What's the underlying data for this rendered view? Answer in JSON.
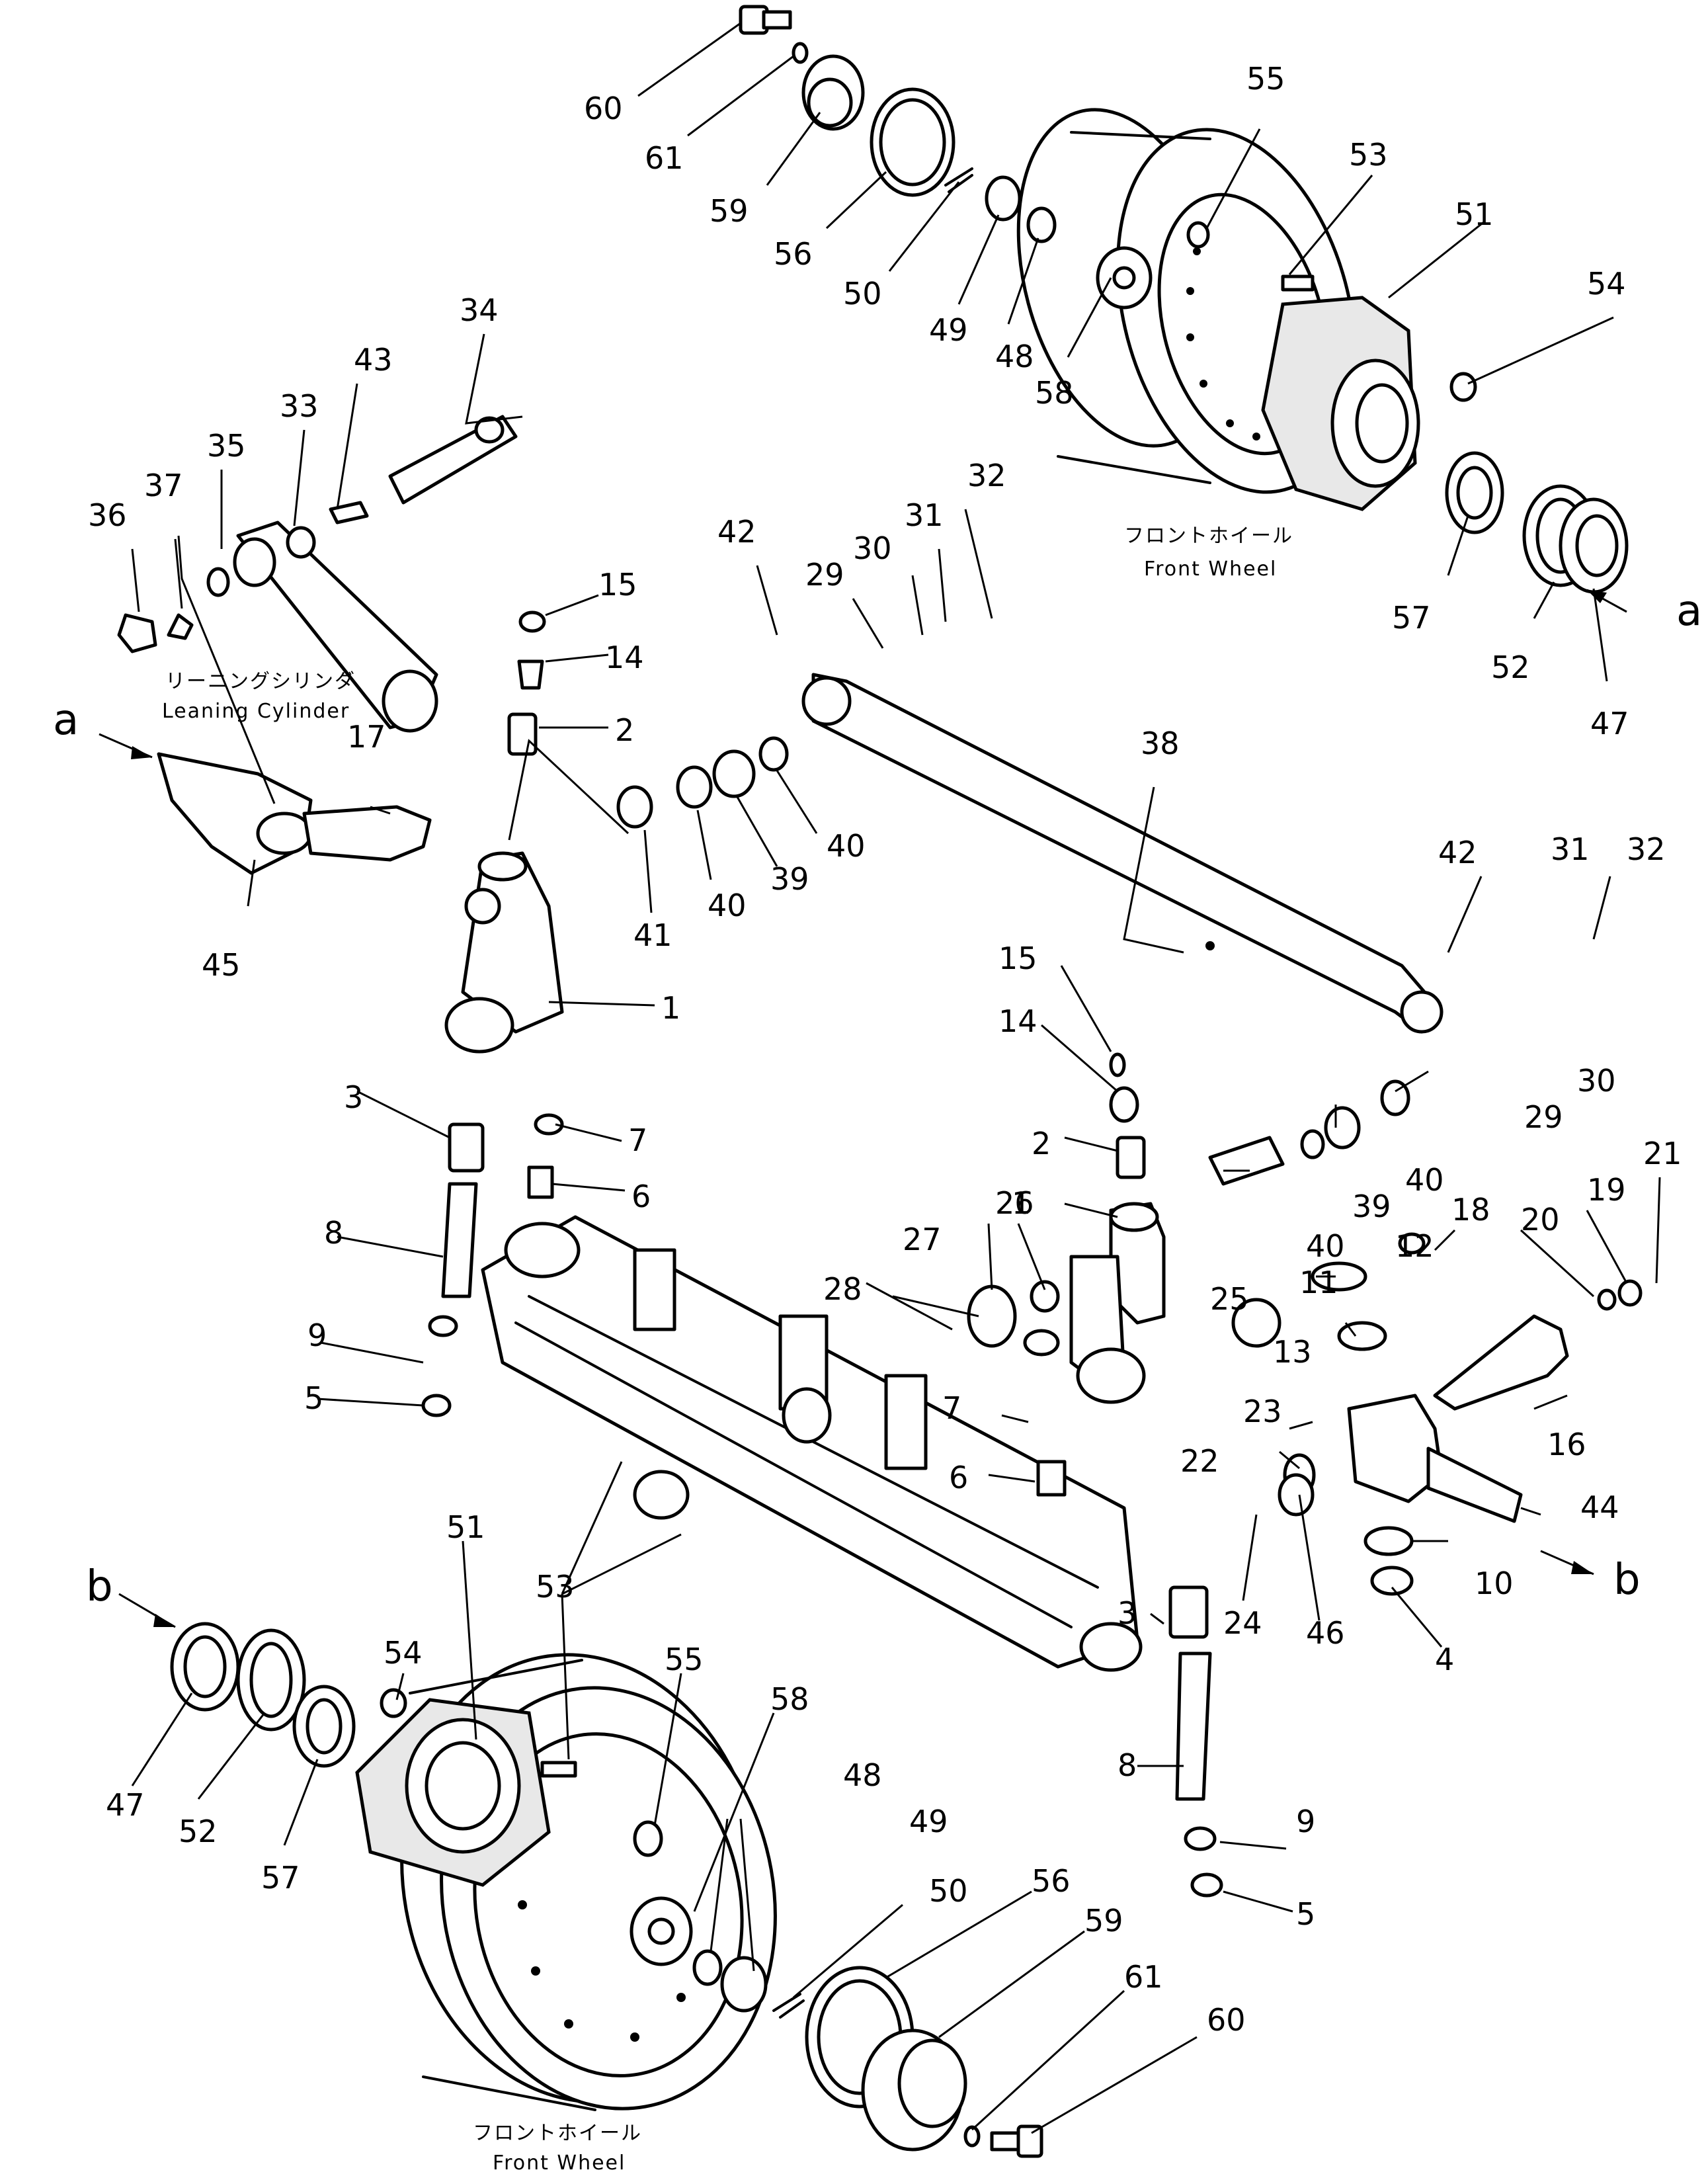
{
  "captions": {
    "front_wheel_jp": "フロントホイール",
    "front_wheel_en": "Front Wheel",
    "leaning_cylinder_jp": "リーニングシリンダ",
    "leaning_cylinder_en": "Leaning Cylinder"
  },
  "markers": {
    "a": "a",
    "b": "b"
  },
  "callouts": [
    {
      "id": "c-60t",
      "text": "60"
    },
    {
      "id": "c-61t",
      "text": "61"
    },
    {
      "id": "c-59t",
      "text": "59"
    },
    {
      "id": "c-56t",
      "text": "56"
    },
    {
      "id": "c-50t",
      "text": "50"
    },
    {
      "id": "c-49t",
      "text": "49"
    },
    {
      "id": "c-48t",
      "text": "48"
    },
    {
      "id": "c-58t",
      "text": "58"
    },
    {
      "id": "c-55t",
      "text": "55"
    },
    {
      "id": "c-53t",
      "text": "53"
    },
    {
      "id": "c-51t",
      "text": "51"
    },
    {
      "id": "c-54t",
      "text": "54"
    },
    {
      "id": "c-57t",
      "text": "57"
    },
    {
      "id": "c-52t",
      "text": "52"
    },
    {
      "id": "c-47t",
      "text": "47"
    },
    {
      "id": "c-34",
      "text": "34"
    },
    {
      "id": "c-43",
      "text": "43"
    },
    {
      "id": "c-33",
      "text": "33"
    },
    {
      "id": "c-35",
      "text": "35"
    },
    {
      "id": "c-37",
      "text": "37"
    },
    {
      "id": "c-36",
      "text": "36"
    },
    {
      "id": "c-42a",
      "text": "42"
    },
    {
      "id": "c-29a",
      "text": "29"
    },
    {
      "id": "c-30a",
      "text": "30"
    },
    {
      "id": "c-31a",
      "text": "31"
    },
    {
      "id": "c-32a",
      "text": "32"
    },
    {
      "id": "c-15a",
      "text": "15"
    },
    {
      "id": "c-14a",
      "text": "14"
    },
    {
      "id": "c-2a",
      "text": "2"
    },
    {
      "id": "c-17",
      "text": "17"
    },
    {
      "id": "c-45",
      "text": "45"
    },
    {
      "id": "c-41",
      "text": "41"
    },
    {
      "id": "c-40a",
      "text": "40"
    },
    {
      "id": "c-39a",
      "text": "39"
    },
    {
      "id": "c-40b",
      "text": "40"
    },
    {
      "id": "c-38",
      "text": "38"
    },
    {
      "id": "c-1a",
      "text": "1"
    },
    {
      "id": "c-3a",
      "text": "3"
    },
    {
      "id": "c-7a",
      "text": "7"
    },
    {
      "id": "c-6a",
      "text": "6"
    },
    {
      "id": "c-8a",
      "text": "8"
    },
    {
      "id": "c-9a",
      "text": "9"
    },
    {
      "id": "c-5a",
      "text": "5"
    },
    {
      "id": "c-42b",
      "text": "42"
    },
    {
      "id": "c-31b",
      "text": "31"
    },
    {
      "id": "c-32b",
      "text": "32"
    },
    {
      "id": "c-29b",
      "text": "29"
    },
    {
      "id": "c-30b",
      "text": "30"
    },
    {
      "id": "c-15b",
      "text": "15"
    },
    {
      "id": "c-14b",
      "text": "14"
    },
    {
      "id": "c-2b",
      "text": "2"
    },
    {
      "id": "c-1b",
      "text": "1"
    },
    {
      "id": "c-40c",
      "text": "40"
    },
    {
      "id": "c-39b",
      "text": "39"
    },
    {
      "id": "c-40d",
      "text": "40"
    },
    {
      "id": "c-21",
      "text": "21"
    },
    {
      "id": "c-18",
      "text": "18"
    },
    {
      "id": "c-20",
      "text": "20"
    },
    {
      "id": "c-19",
      "text": "19"
    },
    {
      "id": "c-12",
      "text": "12"
    },
    {
      "id": "c-11",
      "text": "11"
    },
    {
      "id": "c-25",
      "text": "25"
    },
    {
      "id": "c-26",
      "text": "26"
    },
    {
      "id": "c-27",
      "text": "27"
    },
    {
      "id": "c-28",
      "text": "28"
    },
    {
      "id": "c-13",
      "text": "13"
    },
    {
      "id": "c-16",
      "text": "16"
    },
    {
      "id": "c-23",
      "text": "23"
    },
    {
      "id": "c-22",
      "text": "22"
    },
    {
      "id": "c-7b",
      "text": "7"
    },
    {
      "id": "c-6b",
      "text": "6"
    },
    {
      "id": "c-44",
      "text": "44"
    },
    {
      "id": "c-10",
      "text": "10"
    },
    {
      "id": "c-4",
      "text": "4"
    },
    {
      "id": "c-24",
      "text": "24"
    },
    {
      "id": "c-46",
      "text": "46"
    },
    {
      "id": "c-3b",
      "text": "3"
    },
    {
      "id": "c-54b",
      "text": "54"
    },
    {
      "id": "c-51b",
      "text": "51"
    },
    {
      "id": "c-53b",
      "text": "53"
    },
    {
      "id": "c-55b",
      "text": "55"
    },
    {
      "id": "c-58b",
      "text": "58"
    },
    {
      "id": "c-48b",
      "text": "48"
    },
    {
      "id": "c-49b",
      "text": "49"
    },
    {
      "id": "c-50b",
      "text": "50"
    },
    {
      "id": "c-56b",
      "text": "56"
    },
    {
      "id": "c-59b",
      "text": "59"
    },
    {
      "id": "c-61b",
      "text": "61"
    },
    {
      "id": "c-60b",
      "text": "60"
    },
    {
      "id": "c-47b",
      "text": "47"
    },
    {
      "id": "c-52b",
      "text": "52"
    },
    {
      "id": "c-57b",
      "text": "57"
    },
    {
      "id": "c-8b",
      "text": "8"
    },
    {
      "id": "c-9b",
      "text": "9"
    },
    {
      "id": "c-5b",
      "text": "5"
    }
  ]
}
